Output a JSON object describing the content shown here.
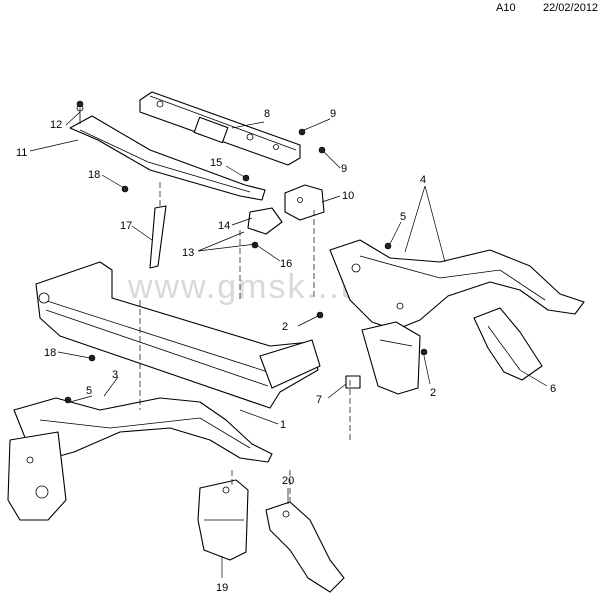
{
  "header": {
    "code": "A10",
    "date": "22/02/2012"
  },
  "watermark": "www.gmsk...u",
  "callouts": {
    "c1": "1",
    "c2a": "2",
    "c2b": "2",
    "c3": "3",
    "c4": "4",
    "c5a": "5",
    "c5b": "5",
    "c6": "6",
    "c7": "7",
    "c8": "8",
    "c9a": "9",
    "c9b": "9",
    "c10": "10",
    "c11": "11",
    "c12": "12",
    "c13": "13",
    "c14": "14",
    "c15": "15",
    "c16": "16",
    "c17": "17",
    "c18a": "18",
    "c18b": "18",
    "c19": "19",
    "c20": "20"
  }
}
